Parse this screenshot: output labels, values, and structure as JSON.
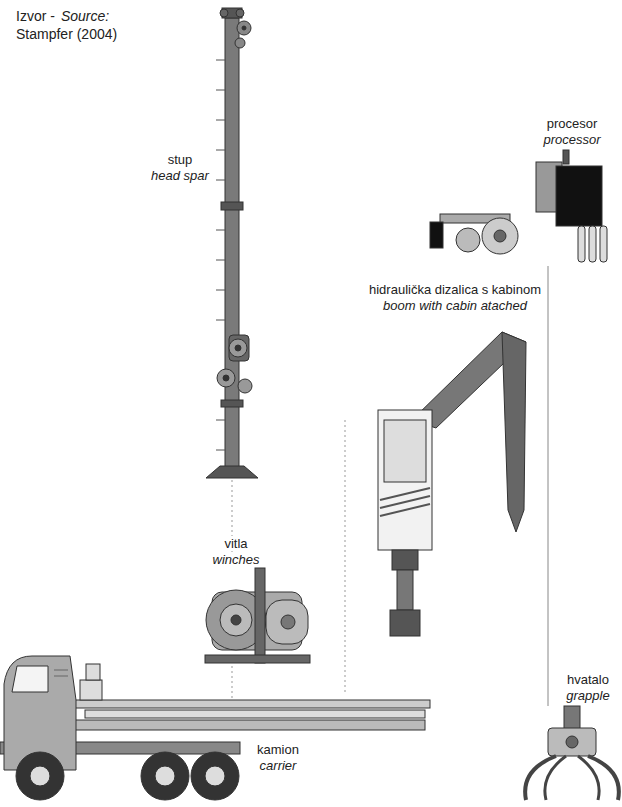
{
  "diagram": {
    "labels": [
      "Izvor -",
      "Source:",
      "Stampfer (2004)",
      "stup",
      "head spar",
      "procesor",
      "processor",
      "hidraulička dizalica s kabinom",
      "boom with cabin atached",
      "vitla",
      "winches",
      "kamion",
      "carrier",
      "hvatalo",
      "grapple"
    ]
  }
}
